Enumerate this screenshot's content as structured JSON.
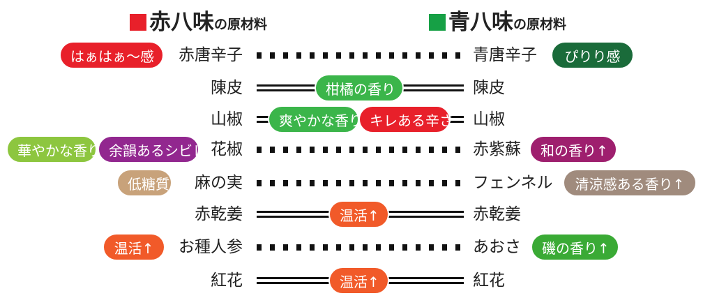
{
  "headers": {
    "left": {
      "title": "赤八味",
      "suffix": "の原材料",
      "color": "#e8202a"
    },
    "right": {
      "title": "青八味",
      "suffix": "の原材料",
      "color": "#16a045"
    }
  },
  "rows": [
    {
      "left": "赤唐辛子",
      "right": "青唐辛子",
      "connector": "dotted",
      "left_tags": [
        {
          "label": "はぁはぁ〜感",
          "color": "#e8202a"
        }
      ],
      "center_tags": [],
      "right_tags": [
        {
          "label": "ぴりり感",
          "color": "#1a6b3a"
        }
      ]
    },
    {
      "left": "陳皮",
      "right": "陳皮",
      "connector": "double",
      "left_tags": [],
      "center_tags": [
        {
          "label": "柑橘の香り",
          "color": "#3bb54a"
        }
      ],
      "right_tags": []
    },
    {
      "left": "山椒",
      "right": "山椒",
      "connector": "double",
      "left_tags": [],
      "center_tags": [
        {
          "label": "爽やかな香り",
          "color": "#3bb54a"
        },
        {
          "label": "キレある辛さ",
          "color": "#e8202a"
        }
      ],
      "right_tags": []
    },
    {
      "left": "花椒",
      "right": "赤紫蘇",
      "connector": "dotted",
      "left_tags": [
        {
          "label": "華やかな香り",
          "color": "#8dc63f"
        },
        {
          "label": "余韻あるシビレ",
          "color": "#92278f"
        }
      ],
      "center_tags": [],
      "right_tags": [
        {
          "label": "和の香り↑",
          "color": "#9e1f6e"
        }
      ]
    },
    {
      "left": "麻の実",
      "right": "フェンネル",
      "connector": "dotted",
      "left_tags": [
        {
          "label": "低糖質",
          "color": "#c8a27a"
        }
      ],
      "center_tags": [],
      "right_tags": [
        {
          "label": "清涼感ある香り↑",
          "color": "#a08b7d"
        }
      ]
    },
    {
      "left": "赤乾姜",
      "right": "赤乾姜",
      "connector": "double",
      "left_tags": [],
      "center_tags": [
        {
          "label": "温活↑",
          "color": "#f15a29"
        }
      ],
      "right_tags": []
    },
    {
      "left": "お種人参",
      "right": "あおさ",
      "connector": "dotted",
      "left_tags": [
        {
          "label": "温活↑",
          "color": "#f15a29"
        }
      ],
      "center_tags": [],
      "right_tags": [
        {
          "label": "磯の香り↑",
          "color": "#3aaa35"
        }
      ]
    },
    {
      "left": "紅花",
      "right": "紅花",
      "connector": "double",
      "left_tags": [],
      "center_tags": [
        {
          "label": "温活↑",
          "color": "#f15a29"
        }
      ],
      "right_tags": []
    }
  ]
}
